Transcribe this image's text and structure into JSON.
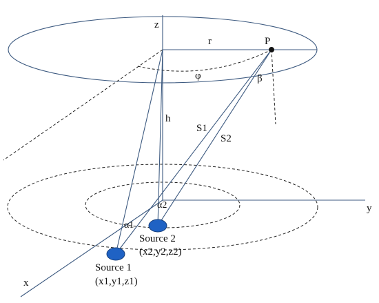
{
  "diagram": {
    "labels": {
      "z_axis": "z",
      "y_axis": "y",
      "x_axis": "x",
      "radius": "r",
      "point": "P",
      "azimuth": "φ",
      "beta": "β",
      "height": "h",
      "dist_1": "S1",
      "dist_2": "S2",
      "alpha_1": "α1",
      "alpha_2": "α2",
      "source_1_name": "Source 1",
      "source_1_coords": "(x1,y1,z1)",
      "source_2_name": "Source 2",
      "source_2_coords": "(x2,y2,z2)"
    },
    "colors": {
      "line": "#3d5a80",
      "dashed": "#222222",
      "source_fill": "#1f62c4",
      "source_stroke": "#173f7a",
      "point": "#111111"
    }
  }
}
